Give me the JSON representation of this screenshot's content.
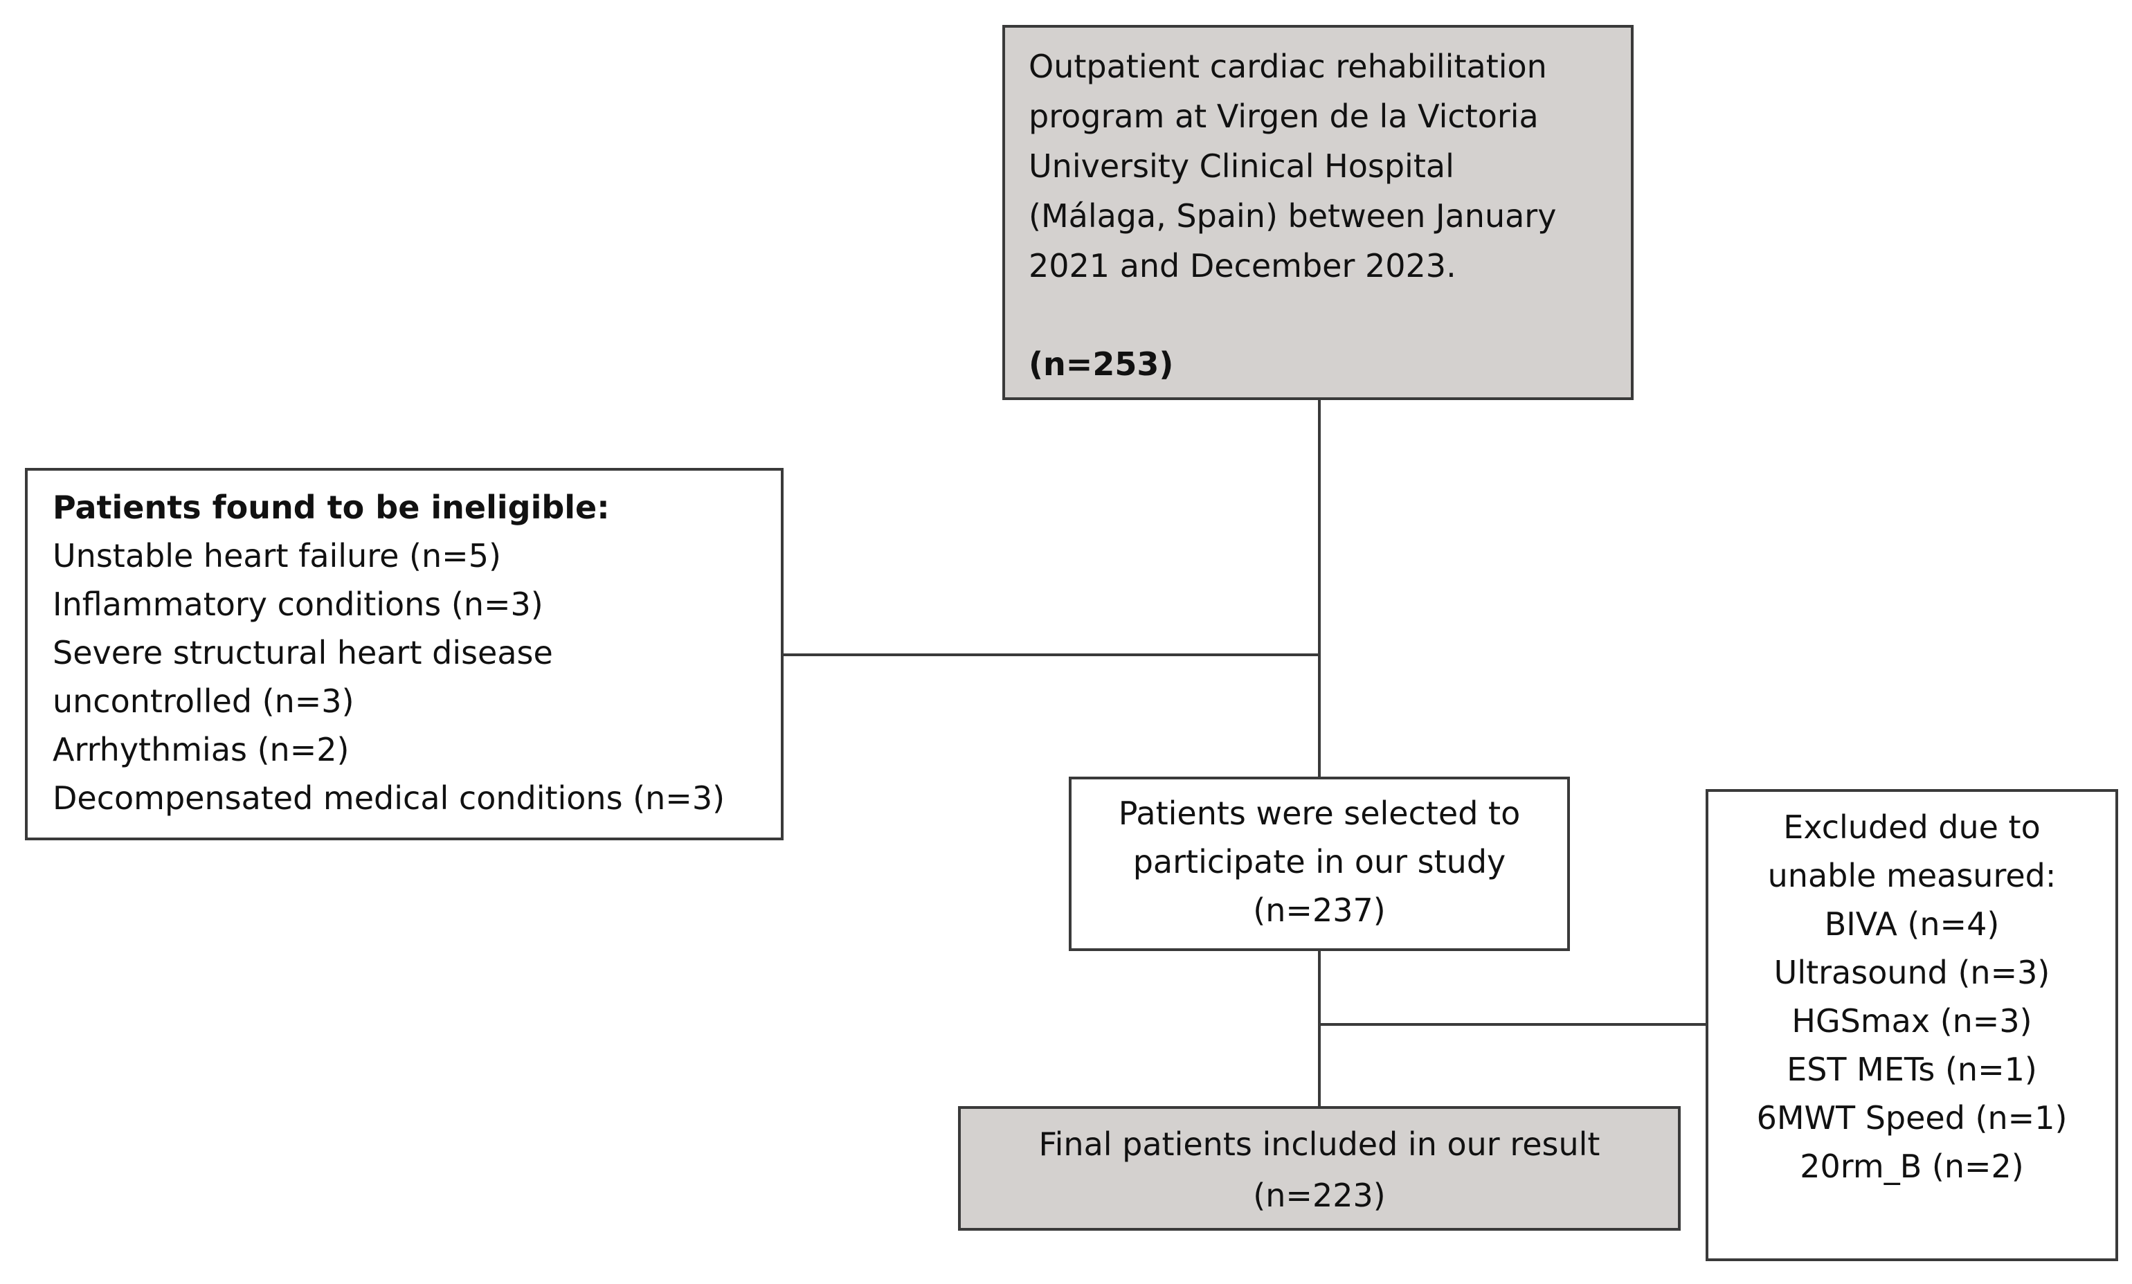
{
  "start": {
    "lines": [
      "Outpatient cardiac rehabilitation",
      "program at Virgen de la Victoria",
      "University Clinical Hospital",
      "(Málaga, Spain) between January",
      "2021 and December 2023."
    ],
    "count": "(n=253)"
  },
  "ineligible": {
    "heading": "Patients found to be ineligible:",
    "items": [
      "Unstable heart failure (n=5)",
      "Inflammatory conditions (n=3)",
      "Severe structural heart disease",
      "uncontrolled (n=3)",
      "Arrhythmias (n=2)",
      "Decompensated  medical conditions (n=3)"
    ]
  },
  "selected": {
    "lines": [
      "Patients were selected to",
      "participate in our study",
      "(n=237)"
    ]
  },
  "excluded": {
    "lines": [
      "Excluded due to",
      "unable measured:",
      "BIVA (n=4)",
      "Ultrasound (n=3)",
      "HGSmax (n=3)",
      "EST METs (n=1)",
      "6MWT Speed (n=1)",
      "20rm_B (n=2)"
    ]
  },
  "final": {
    "lines": [
      "Final patients included in our result",
      "(n=223)"
    ]
  },
  "colors": {
    "shaded_fill": "#d4d1cf",
    "border": "#3a3a3a",
    "connector": "#3a3a3a"
  }
}
